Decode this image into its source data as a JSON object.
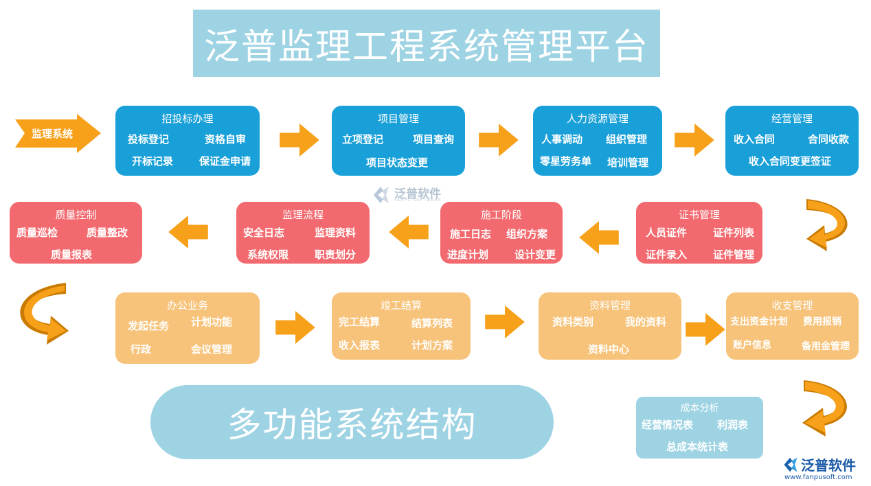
{
  "title": "泛普监理工程系统管理平台",
  "subtitle": "多功能系统结构",
  "start_label": "监理系统",
  "watermark": {
    "name": "泛普软件",
    "sub": "FANPU SOFTWARE"
  },
  "logo": {
    "name": "泛普软件",
    "url": "www.fanpusoft.com"
  },
  "colors": {
    "blue": "#1aa0d8",
    "red": "#f26a6f",
    "tan": "#f7c37a",
    "light_blue": "#9ed3e3",
    "arrow": "#f7a01a"
  },
  "modules": {
    "bidding": {
      "title": "招投标办理",
      "items": [
        "投标登记",
        "资格自审",
        "开标记录",
        "保证金申请"
      ]
    },
    "project": {
      "title": "项目管理",
      "items": [
        "立项登记",
        "项目查询",
        "项目状态变更"
      ]
    },
    "hr": {
      "title": "人力资源管理",
      "items": [
        "人事调动",
        "组织管理",
        "零星劳务单",
        "培训管理"
      ]
    },
    "business": {
      "title": "经营管理",
      "items": [
        "收入合同",
        "合同收款",
        "收入合同变更签证"
      ]
    },
    "certificate": {
      "title": "证书管理",
      "items": [
        "人员证件",
        "证件列表",
        "证件录入",
        "证件管理"
      ]
    },
    "construction": {
      "title": "施工阶段",
      "items": [
        "施工日志",
        "组织方案",
        "进度计划",
        "设计变更"
      ]
    },
    "supervision": {
      "title": "监理流程",
      "items": [
        "安全日志",
        "监理资料",
        "系统权限",
        "职责划分"
      ]
    },
    "quality": {
      "title": "质量控制",
      "items": [
        "质量巡检",
        "质量整改",
        "质量报表"
      ]
    },
    "office": {
      "title": "办公业务",
      "items": [
        "发起任务",
        "计划功能",
        "行政",
        "会议管理"
      ]
    },
    "settlement": {
      "title": "竣工结算",
      "items": [
        "完工结算",
        "结算列表",
        "收入报表",
        "计划方案"
      ]
    },
    "documents": {
      "title": "资料管理",
      "items": [
        "资料类别",
        "我的资料",
        "资料中心"
      ]
    },
    "finance": {
      "title": "收支管理",
      "items": [
        "支出资金计划",
        "费用报销",
        "账户信息",
        "备用金管理"
      ]
    },
    "cost": {
      "title": "成本分析",
      "items": [
        "经营情况表",
        "利润表",
        "总成本统计表"
      ]
    }
  }
}
